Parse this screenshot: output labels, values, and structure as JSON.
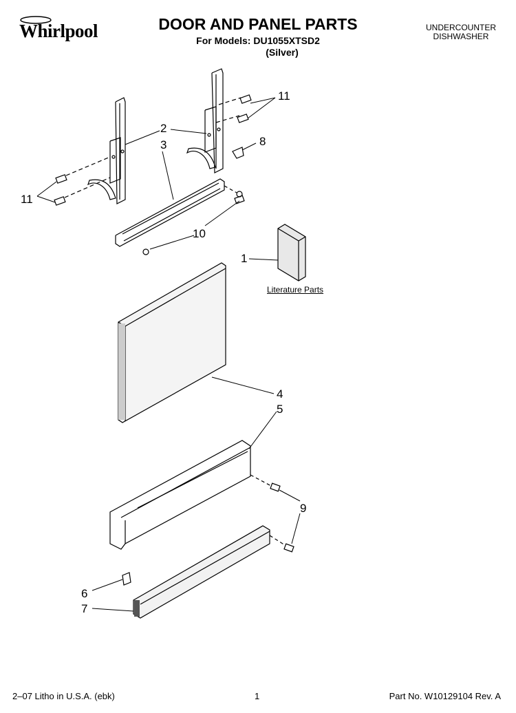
{
  "header": {
    "brand": "Whirlpool",
    "title": "DOOR AND PANEL PARTS",
    "subtitle": "For Models: DU1055XTSD2",
    "variant": "(Silver)",
    "appliance_line1": "UNDERCOUNTER",
    "appliance_line2": "DISHWASHER"
  },
  "callouts": {
    "c1": "1",
    "c2": "2",
    "c3": "3",
    "c4": "4",
    "c5": "5",
    "c6": "6",
    "c7": "7",
    "c8": "8",
    "c9": "9",
    "c10": "10",
    "c11a": "11",
    "c11b": "11"
  },
  "literature_label": "Literature Parts",
  "footer": {
    "litho": "2–07 Litho in U.S.A. (ebk)",
    "page": "1",
    "part_no": "Part No. W10129104 Rev. A"
  }
}
